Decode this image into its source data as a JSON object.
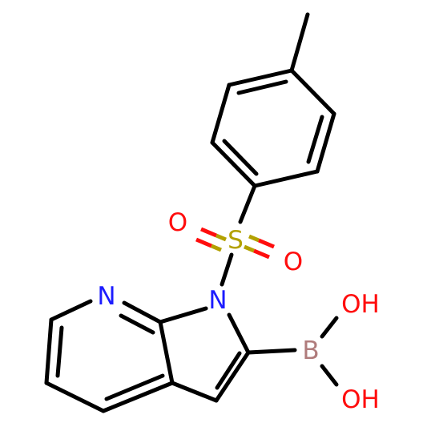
{
  "molecule": {
    "atom_labels": {
      "N_pyridine": "N",
      "N_pyrrole": "N",
      "S": "S",
      "O_upper": "O",
      "O_lower": "O",
      "B": "B",
      "OH_upper": "OH",
      "OH_lower": "OH"
    },
    "colors": {
      "bond": "#000000",
      "N": "#1c1cff",
      "O": "#ff0d0d",
      "S": "#b3a100",
      "B": "#b07c7c"
    }
  }
}
